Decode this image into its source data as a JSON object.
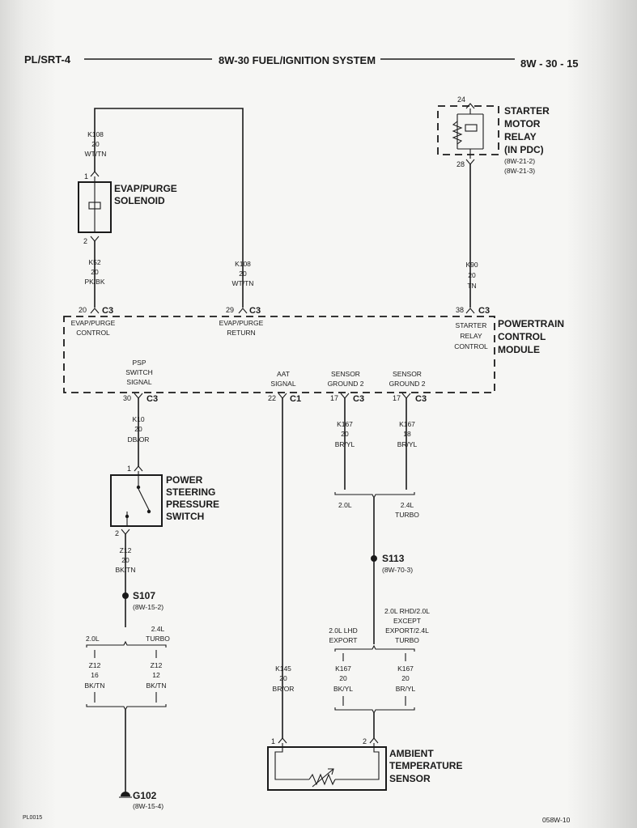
{
  "header": {
    "left": "PL/SRT-4",
    "center": "8W-30 FUEL/IGNITION SYSTEM",
    "right": "8W - 30 - 15"
  },
  "footer": {
    "left": "PL0015",
    "right": "058W-10"
  },
  "components": {
    "evap": {
      "line1": "EVAP/PURGE",
      "line2": "SOLENOID",
      "pin_top": "1",
      "pin_bottom": "2"
    },
    "starter": {
      "line1": "STARTER",
      "line2": "MOTOR",
      "line3": "RELAY",
      "line4": "(IN PDC)",
      "ref1": "(8W-21-2)",
      "ref2": "(8W-21-3)",
      "pin_top": "24",
      "pin_bottom": "28"
    },
    "pcm": {
      "line1": "POWERTRAIN",
      "line2": "CONTROL",
      "line3": "MODULE"
    },
    "pss": {
      "line1": "POWER",
      "line2": "STEERING",
      "line3": "PRESSURE",
      "line4": "SWITCH",
      "pin_top": "1",
      "pin_bottom": "2"
    },
    "ats": {
      "line1": "AMBIENT",
      "line2": "TEMPERATURE",
      "line3": "SENSOR",
      "pin1": "1",
      "pin2": "2"
    }
  },
  "wires": {
    "k108_top": {
      "circuit": "K108",
      "gauge": "20",
      "color": "WT/TN"
    },
    "k52": {
      "circuit": "K52",
      "gauge": "20",
      "color": "PK/BK"
    },
    "k108_mid": {
      "circuit": "K108",
      "gauge": "20",
      "color": "WT/TN"
    },
    "k90": {
      "circuit": "K90",
      "gauge": "20",
      "color": "TN"
    },
    "k10": {
      "circuit": "K10",
      "gauge": "20",
      "color": "DB/OR"
    },
    "k167_a": {
      "circuit": "K167",
      "gauge": "20",
      "color": "BR/YL"
    },
    "k167_b": {
      "circuit": "K167",
      "gauge": "18",
      "color": "BR/YL"
    },
    "z12_mid": {
      "circuit": "Z12",
      "gauge": "20",
      "color": "BK/TN"
    },
    "z12_l": {
      "circuit": "Z12",
      "gauge": "16",
      "color": "BK/TN"
    },
    "z12_r": {
      "circuit": "Z12",
      "gauge": "12",
      "color": "BK/TN"
    },
    "k145": {
      "circuit": "K145",
      "gauge": "20",
      "color": "BR/OR"
    },
    "k167_c": {
      "circuit": "K167",
      "gauge": "20",
      "color": "BK/YL"
    },
    "k167_d": {
      "circuit": "K167",
      "gauge": "20",
      "color": "BR/YL"
    }
  },
  "pcm_pins": {
    "evap_control": {
      "pin": "20",
      "conn": "C3",
      "line1": "EVAP/PURGE",
      "line2": "CONTROL"
    },
    "evap_return": {
      "pin": "29",
      "conn": "C3",
      "line1": "EVAP/PURGE",
      "line2": "RETURN"
    },
    "starter_relay": {
      "pin": "38",
      "conn": "C3",
      "line1": "STARTER",
      "line2": "RELAY",
      "line3": "CONTROL"
    },
    "psp": {
      "pin": "30",
      "conn": "C3",
      "line1": "PSP",
      "line2": "SWITCH",
      "line3": "SIGNAL"
    },
    "aat": {
      "pin": "22",
      "conn": "C1",
      "line1": "AAT",
      "line2": "SIGNAL"
    },
    "sg2_a": {
      "pin": "17",
      "conn": "C3",
      "line1": "SENSOR",
      "line2": "GROUND 2"
    },
    "sg2_b": {
      "pin": "17",
      "conn": "C3",
      "line1": "SENSOR",
      "line2": "GROUND 2"
    }
  },
  "variants": {
    "s113_left": "2.0L",
    "s113_right_1": "2.4L",
    "s113_right_2": "TURBO",
    "s107_left": "2.0L",
    "s107_right_1": "2.4L",
    "s107_right_2": "TURBO",
    "ats_left_1": "2.0L LHD",
    "ats_left_2": "EXPORT",
    "ats_right_1": "2.0L RHD/2.0L",
    "ats_right_2": "EXCEPT",
    "ats_right_3": "EXPORT/2.4L",
    "ats_right_4": "TURBO"
  },
  "splices": {
    "s113": {
      "name": "S113",
      "ref": "(8W-70-3)"
    },
    "s107": {
      "name": "S107",
      "ref": "(8W-15-2)"
    },
    "g102": {
      "name": "G102",
      "ref": "(8W-15-4)"
    }
  }
}
